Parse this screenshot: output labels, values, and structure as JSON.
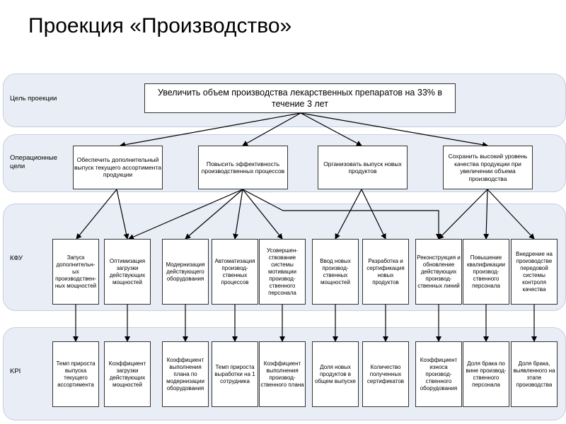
{
  "page_title": "Проекция «Производство»",
  "levels": {
    "goal_label": "Цель проекции",
    "op_label": "Операционные цели",
    "kfu_label": "КФУ",
    "kpi_label": "KPI"
  },
  "goal": "Увеличить объем производства лекарственных препаратов на 33% в течение 3 лет",
  "op_goals": [
    "Обеспечить дополнительный выпуск текущего ассортимента продукции",
    "Повысить эффективность производственных процессов",
    "Организовать выпуск новых продуктов",
    "Сохранить высокий уровень качества продукции при увеличении объема производства"
  ],
  "kfu": [
    "Запуск дополнительн-ых производствен-ных мощностей",
    "Оптимизация загрузки действующих мощностей",
    "Модернизация действующего оборудования",
    "Автоматизация производ-ственных процессов",
    "Усовершен-ствование системы мотивации производ-ственного персонала",
    "Ввод новых производ-ственных мощностей",
    "Разработка и сертификация новых продуктов",
    "Реконструкция и обновление действующих производ-ственных линий",
    "Повышение квалификации производ-ственного персонала",
    "Внедрение на производстве передовой системы контроля качества"
  ],
  "kpi": [
    "Темп прироста выпуска текущего ассортимента",
    "Коэффициент загрузки действующих мощностей",
    "Коэффициент выполнения плана по модернизации оборудования",
    "Темп прироста выработки на 1 сотрудника",
    "Коэффициент выполнения производ-ственного плана",
    "Доля новых продуктов в общем выпуске",
    "Количество полученных сертификатов",
    "Коэффициент износа производ-ственного оборудования",
    "Доля брака по вине производ-ственного персонала",
    "Доля брака, выявленного на этапе производства"
  ],
  "colors": {
    "band_fill": "#e9eef6",
    "band_border": "#c5cfe0",
    "line": "#000000"
  }
}
